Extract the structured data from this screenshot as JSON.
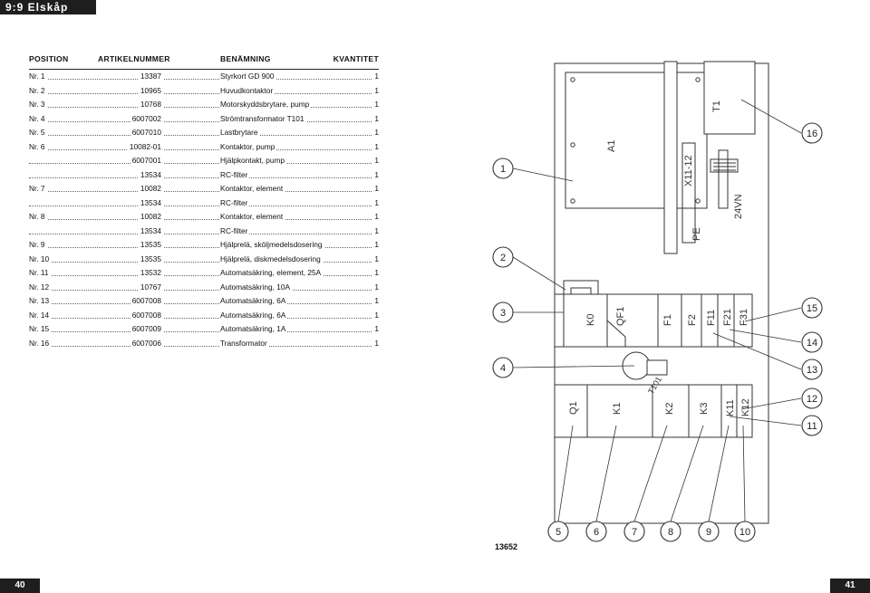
{
  "header": {
    "title": "9:9 Elskåp"
  },
  "table": {
    "columns": {
      "position": "POSITION",
      "article": "ARTIKELNUMMER",
      "name": "BENÄMNING",
      "qty": "KVANTITET"
    },
    "rows": [
      {
        "pos": "Nr. 1",
        "art": "13387",
        "name": "Styrkort GD 900",
        "qty": "1"
      },
      {
        "pos": "Nr. 2",
        "art": "10965",
        "name": "Huvudkontaktor",
        "qty": "1"
      },
      {
        "pos": "Nr. 3",
        "art": "10768",
        "name": "Motorskyddsbrytare, pump",
        "qty": "1"
      },
      {
        "pos": "Nr. 4",
        "art": "6007002",
        "name": "Strömtransformator T101",
        "qty": "1"
      },
      {
        "pos": "Nr. 5",
        "art": "6007010",
        "name": "Lastbrytare",
        "qty": "1"
      },
      {
        "pos": "Nr. 6",
        "art": "10082-01",
        "name": "Kontaktor, pump",
        "qty": "1"
      },
      {
        "pos": "",
        "art": "6007001",
        "name": "Hjälpkontakt, pump",
        "qty": "1"
      },
      {
        "pos": "",
        "art": "13534",
        "name": "RC-filter",
        "qty": "1"
      },
      {
        "pos": "Nr. 7",
        "art": "10082",
        "name": "Kontaktor, element",
        "qty": "1"
      },
      {
        "pos": "",
        "art": "13534",
        "name": "RC-filter",
        "qty": "1"
      },
      {
        "pos": "Nr. 8",
        "art": "10082",
        "name": "Kontaktor, element",
        "qty": "1"
      },
      {
        "pos": "",
        "art": "13534",
        "name": "RC-filter",
        "qty": "1"
      },
      {
        "pos": "Nr. 9",
        "art": "13535",
        "name": "Hjälprelä, sköljmedelsdosering",
        "qty": "1"
      },
      {
        "pos": "Nr. 10",
        "art": "13535",
        "name": "Hjälprelä, diskmedelsdosering",
        "qty": "1"
      },
      {
        "pos": "Nr. 11",
        "art": "13532",
        "name": "Automatsäkring, element, 25A",
        "qty": "1"
      },
      {
        "pos": "Nr. 12",
        "art": "10767",
        "name": "Automatsäkring, 10A",
        "qty": "1"
      },
      {
        "pos": "Nr. 13",
        "art": "6007008",
        "name": "Automatsäkring, 6A",
        "qty": "1"
      },
      {
        "pos": "Nr. 14",
        "art": "6007008",
        "name": "Automatsäkring, 6A",
        "qty": "1"
      },
      {
        "pos": "Nr. 15",
        "art": "6007009",
        "name": "Automatsäkring, 1A",
        "qty": "1"
      },
      {
        "pos": "Nr. 16",
        "art": "6007006",
        "name": "Transformator",
        "qty": "1"
      }
    ]
  },
  "diagram": {
    "labels": {
      "a1": "A1",
      "t1": "T1",
      "x": "X11-12",
      "vn": "24VN",
      "pe": "PE",
      "k0": "K0",
      "qf1": "QF1",
      "f1": "F1",
      "f2": "F2",
      "f11": "F11",
      "f21": "F21",
      "f31": "F31",
      "t101": "T101",
      "q1": "Q1",
      "k1": "K1",
      "k2": "K2",
      "k3": "K3",
      "k11": "K11",
      "k12": "K12"
    },
    "callouts": {
      "c1": "1",
      "c2": "2",
      "c3": "3",
      "c4": "4",
      "c5": "5",
      "c6": "6",
      "c7": "7",
      "c8": "8",
      "c9": "9",
      "c10": "10",
      "c11": "11",
      "c12": "12",
      "c13": "13",
      "c14": "14",
      "c15": "15",
      "c16": "16"
    }
  },
  "drawing_number": "13652",
  "footer": {
    "page_left": "40",
    "page_right": "41"
  }
}
